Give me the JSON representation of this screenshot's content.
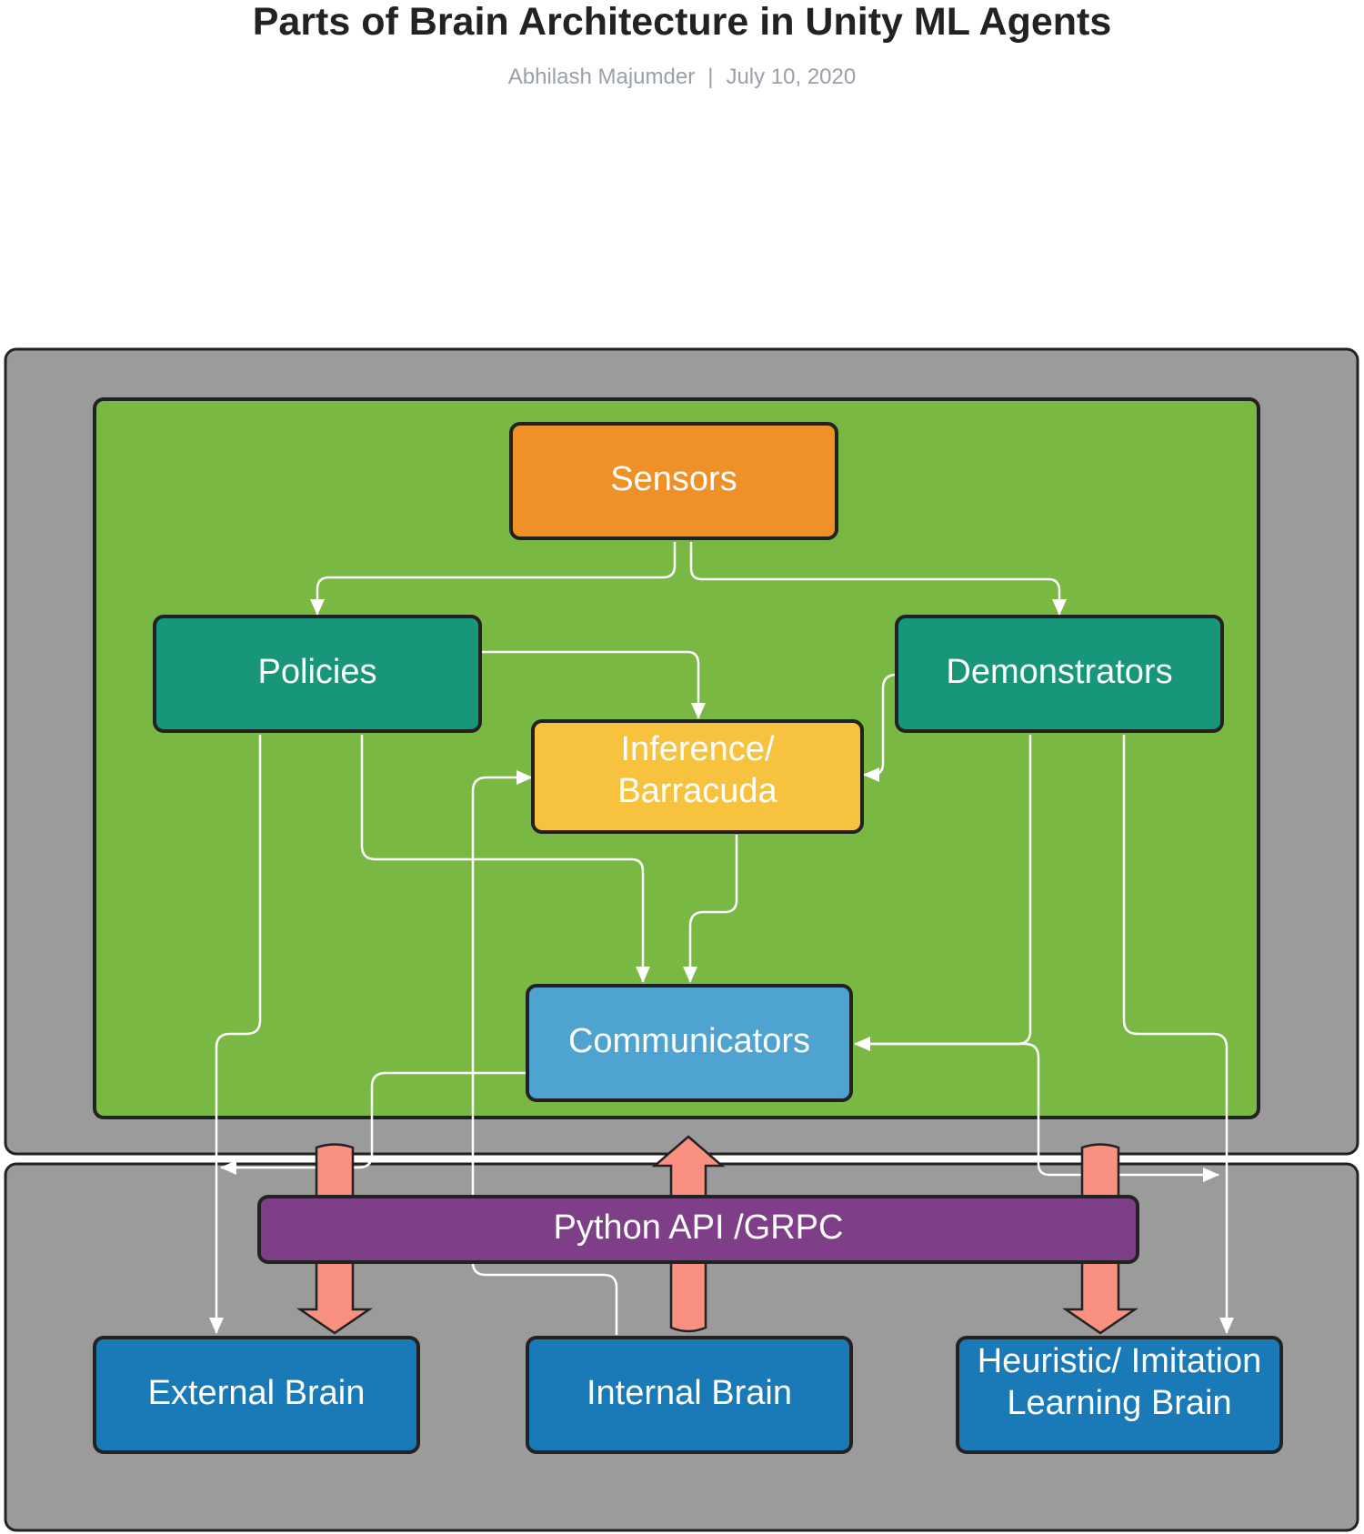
{
  "header": {
    "title": "Parts of Brain Architecture in Unity ML Agents",
    "author": "Abhilash Majumder",
    "separator": "|",
    "date": "July 10, 2020"
  },
  "nodes": {
    "sensors": "Sensors",
    "policies": "Policies",
    "demonstrators": "Demonstrators",
    "inference_line1": "Inference/",
    "inference_line2": "Barracuda",
    "communicators": "Communicators",
    "python_api": "Python API /GRPC",
    "external_brain": "External Brain",
    "internal_brain": "Internal Brain",
    "heuristic_line1": "Heuristic/ Imitation",
    "heuristic_line2": "Learning Brain"
  },
  "colors": {
    "outer_panel": "#9b9b9b",
    "inner_panel": "#7ab844",
    "sensors": "#ef9126",
    "policies": "#17967a",
    "demonstrators": "#17967a",
    "inference": "#f7c23e",
    "communicators": "#4fa3d1",
    "python_api": "#7f3f88",
    "brain": "#1a7ab8",
    "big_arrow": "#f99080",
    "connector": "#ffffff"
  }
}
